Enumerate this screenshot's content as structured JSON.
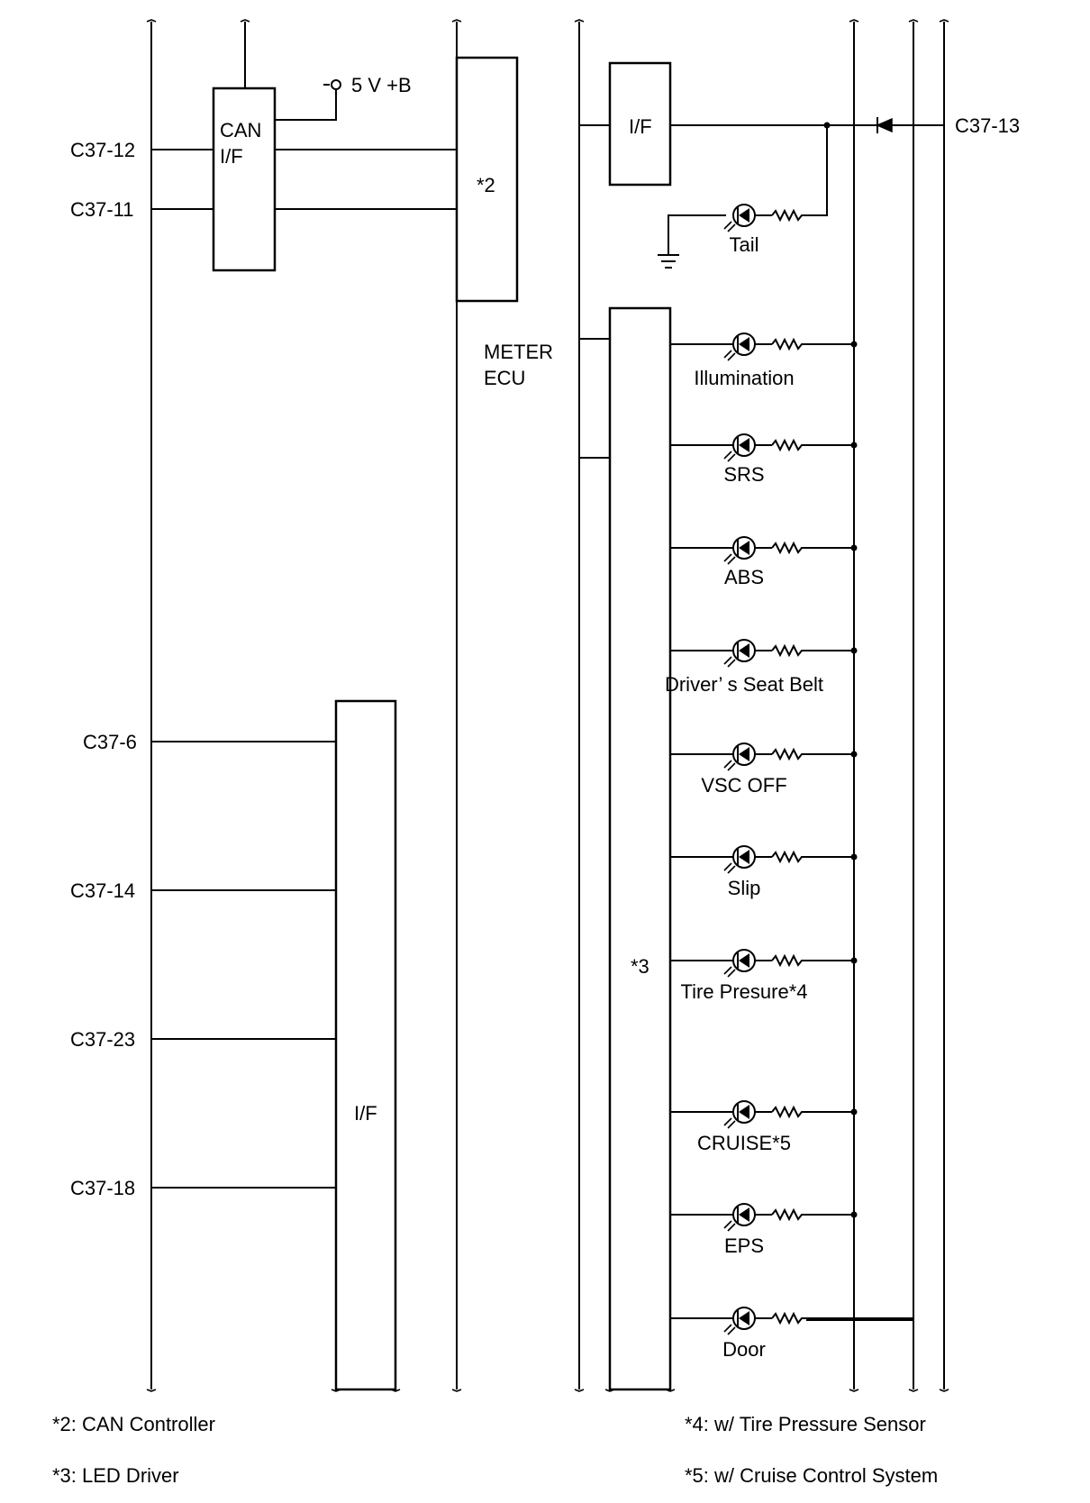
{
  "connectors": {
    "c37_12": "C37-12",
    "c37_11": "C37-11",
    "c37_6": "C37-6",
    "c37_14": "C37-14",
    "c37_23": "C37-23",
    "c37_18": "C37-18",
    "c37_13": "C37-13"
  },
  "blocks": {
    "can_if_line1": "CAN",
    "can_if_line2": "I/F",
    "can_controller": "*2",
    "meter_ecu_line1": "METER",
    "meter_ecu_line2": "ECU",
    "if_top": "I/F",
    "if_bottom": "I/F",
    "led_driver": "*3",
    "supply": "5 V +B"
  },
  "leds": [
    "Tail",
    "Illumination",
    "SRS",
    "ABS",
    "Driver’ s Seat Belt",
    "VSC OFF",
    "Slip",
    "Tire Presure*4",
    "CRUISE*5",
    "EPS",
    "Door"
  ],
  "notes": {
    "n2": "*2: CAN Controller",
    "n3": "*3: LED Driver",
    "n4": "*4: w/ Tire Pressure Sensor",
    "n5": "*5: w/ Cruise Control System"
  }
}
